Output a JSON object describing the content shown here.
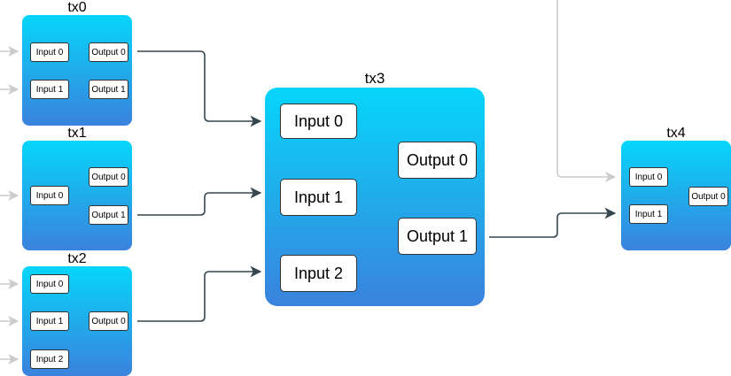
{
  "colors": {
    "gradient_top": "#06d6fb",
    "gradient_bottom": "#3a82dd",
    "edge": "#37474f",
    "faded_edge": "#cccccc"
  },
  "transactions": {
    "tx0": {
      "title": "tx0",
      "inputs": [
        "Input 0",
        "Input 1"
      ],
      "outputs": [
        "Output 0",
        "Output 1"
      ]
    },
    "tx1": {
      "title": "tx1",
      "inputs": [
        "Input 0"
      ],
      "outputs": [
        "Output 0",
        "Output 1"
      ]
    },
    "tx2": {
      "title": "tx2",
      "inputs": [
        "Input 0",
        "Input 1",
        "Input 2"
      ],
      "outputs": [
        "Output 0"
      ]
    },
    "tx3": {
      "title": "tx3",
      "inputs": [
        "Input 0",
        "Input 1",
        "Input 2"
      ],
      "outputs": [
        "Output 0",
        "Output 1"
      ]
    },
    "tx4": {
      "title": "tx4",
      "inputs": [
        "Input 0",
        "Input 1"
      ],
      "outputs": [
        "Output 0"
      ]
    }
  },
  "edges": [
    {
      "from": "tx0.Output 0",
      "to": "tx3.Input 0"
    },
    {
      "from": "tx1.Output 1",
      "to": "tx3.Input 1"
    },
    {
      "from": "tx2.Output 0",
      "to": "tx3.Input 2"
    },
    {
      "from": "tx3.Output 1",
      "to": "tx4.Input 1"
    }
  ]
}
